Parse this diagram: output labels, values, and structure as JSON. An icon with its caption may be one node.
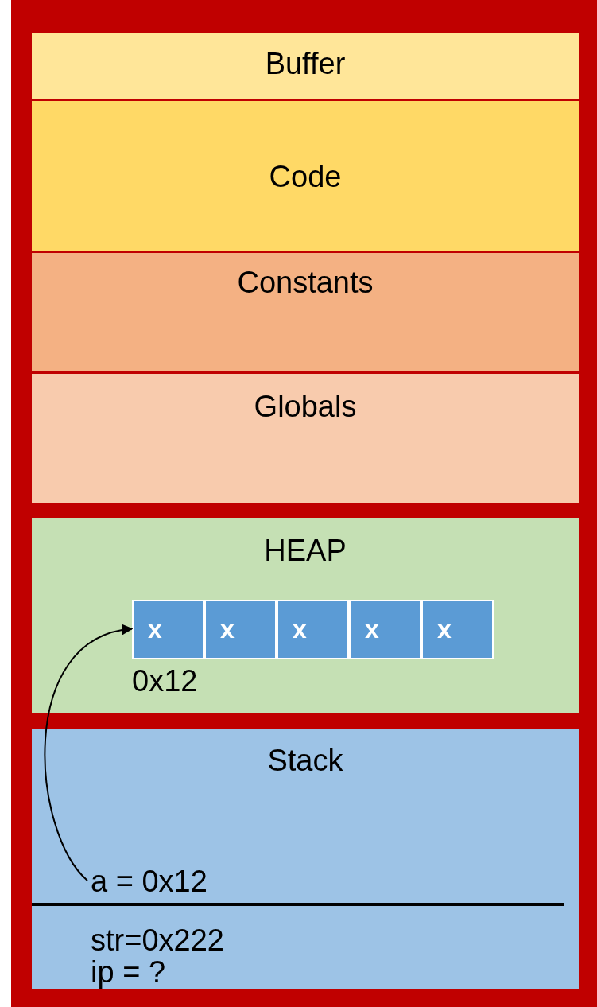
{
  "diagram": {
    "nodes": [
      {
        "text": [],
        "shape": "box"
      },
      {
        "text": [
          "Buffer"
        ],
        "in": 0
      },
      {
        "text": [
          "Code"
        ],
        "in": 0
      },
      {
        "text": [
          "Constants"
        ],
        "in": 0
      },
      {
        "text": [
          "Globals"
        ],
        "in": 0
      },
      {
        "text": [
          "HEAP"
        ],
        "in": 0
      },
      {
        "text": [
          "x"
        ],
        "in": 5
      },
      {
        "text": [
          "x"
        ],
        "in": 5
      },
      {
        "text": [
          "x"
        ],
        "in": 5
      },
      {
        "text": [
          "x"
        ],
        "in": 5
      },
      {
        "text": [
          "x"
        ],
        "in": 5
      },
      {
        "text": [
          "Stack"
        ],
        "in": 0
      },
      {
        "text": [
          "a = 0x12"
        ],
        "in": 11
      }
    ],
    "edges": [
      {
        "from": 12,
        "to": 6,
        "arrow": "to"
      }
    ],
    "labels": [
      "0x12",
      "str=0x222",
      "ip = ?"
    ]
  }
}
